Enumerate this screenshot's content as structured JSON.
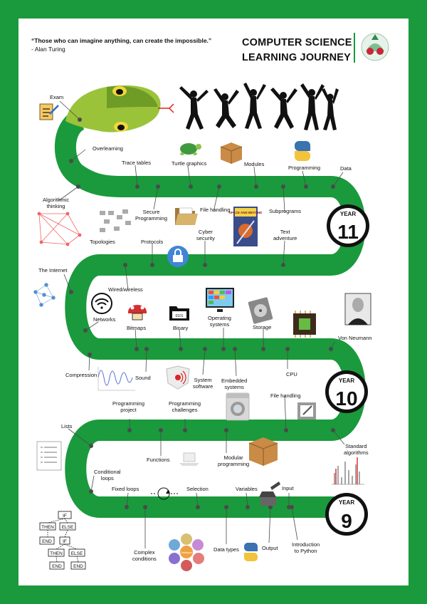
{
  "quote": "“Those who can imagine anything, can create the impossible.”",
  "quote_author": "- Alan Turing",
  "title_line1": "COMPUTER SCIENCE",
  "title_line2": "LEARNING JOURNEY",
  "colors": {
    "green": "#1a9a3c",
    "dot": "#4a4a4a",
    "badge": "#111111"
  },
  "years": [
    {
      "word": "YEAR",
      "number": "11"
    },
    {
      "word": "YEAR",
      "number": "10"
    },
    {
      "word": "YEAR",
      "number": "9"
    }
  ],
  "book_cover_text": "SPACE AND BEYOND",
  "flowchart": {
    "if": "IF",
    "then": "THEN",
    "else": "ELSE",
    "end": "END"
  },
  "datatypes_center": "Datatype",
  "topics": {
    "exam": "Exam",
    "overlearning": "Overlearning",
    "trace_tables": "Trace tables",
    "turtle_graphics": "Turtle graphics",
    "modules": "Modules",
    "programming": "Programming",
    "data": "Data",
    "algorithmic_thinking_1": "Algorithmic",
    "algorithmic_thinking_2": "thinking",
    "secure_programming_1": "Secure",
    "secure_programming_2": "Programming",
    "file_handling_y11": "File handling",
    "subprograms": "Subprograms",
    "topologies": "Topologies",
    "protocols": "Protocols",
    "cyber_security_1": "Cyber",
    "cyber_security_2": "security",
    "text_adventure_1": "Text",
    "text_adventure_2": "adventure",
    "the_internet": "The Internet",
    "wired_wireless": "Wired/wireless",
    "networks": "Networks",
    "bitmaps": "Bitmaps",
    "binary": "Binary",
    "operating_systems_1": "Operating",
    "operating_systems_2": "systems",
    "storage": "Storage",
    "von_neumann": "Von Neumann",
    "compression": "Compression",
    "sound": "Sound",
    "system_software_1": "System",
    "system_software_2": "software",
    "embedded_systems_1": "Embedded",
    "embedded_systems_2": "systems",
    "cpu": "CPU",
    "file_handling_y10": "File handling",
    "programming_project_1": "Programming",
    "programming_project_2": "project",
    "programming_challenges_1": "Programming",
    "programming_challenges_2": "challenges",
    "lists": "Lists",
    "standard_algorithms_1": "Standard",
    "standard_algorithms_2": "algorithms",
    "functions": "Functions",
    "modular_programming_1": "Modular",
    "modular_programming_2": "programming",
    "conditional_loops_1": "Conditional",
    "conditional_loops_2": "loops",
    "fixed_loops": "Fixed loops",
    "selection": "Selection",
    "variables": "Variables",
    "input": "Input",
    "complex_conditions_1": "Complex",
    "complex_conditions_2": "conditions",
    "data_types": "Data types",
    "output": "Output",
    "intro_python_1": "Introduction",
    "intro_python_2": "to Python"
  }
}
